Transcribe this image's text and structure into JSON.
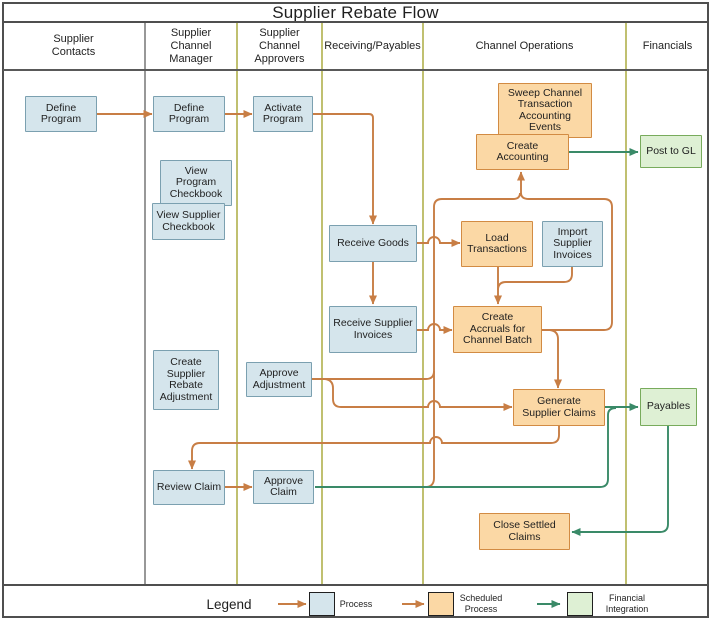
{
  "title": "Supplier Rebate Flow",
  "lanes": [
    {
      "label": "Supplier\nContacts"
    },
    {
      "label": "Supplier\nChannel\nManager"
    },
    {
      "label": "Supplier\nChannel\nApprovers"
    },
    {
      "label": "Receiving/Payables"
    },
    {
      "label": "Channel Operations"
    },
    {
      "label": "Financials"
    }
  ],
  "nodes": [
    {
      "id": "define-program-contacts",
      "type": "process",
      "label": "Define\nProgram"
    },
    {
      "id": "define-program-manager",
      "type": "process",
      "label": "Define\nProgram"
    },
    {
      "id": "activate-program",
      "type": "process",
      "label": "Activate\nProgram"
    },
    {
      "id": "view-program-checkbook",
      "type": "process",
      "label": "View\nProgram\nCheckbook"
    },
    {
      "id": "view-supplier-checkbook",
      "type": "process",
      "label": "View Supplier\nCheckbook"
    },
    {
      "id": "sweep-channel-transaction-accounting-events",
      "type": "scheduled",
      "label": "Sweep Channel\nTransaction\nAccounting\nEvents"
    },
    {
      "id": "create-accounting",
      "type": "scheduled",
      "label": "Create\nAccounting"
    },
    {
      "id": "post-to-gl",
      "type": "financial",
      "label": "Post to GL"
    },
    {
      "id": "receive-goods",
      "type": "process",
      "label": "Receive Goods"
    },
    {
      "id": "load-transactions",
      "type": "scheduled",
      "label": "Load\nTransactions"
    },
    {
      "id": "import-supplier-invoices",
      "type": "process",
      "label": "Import\nSupplier\nInvoices"
    },
    {
      "id": "receive-supplier-invoices",
      "type": "process",
      "label": "Receive Supplier\nInvoices"
    },
    {
      "id": "create-accruals-for-channel-batch",
      "type": "scheduled",
      "label": "Create\nAccruals for\nChannel Batch"
    },
    {
      "id": "generate-supplier-claims",
      "type": "scheduled",
      "label": "Generate\nSupplier Claims"
    },
    {
      "id": "payables",
      "type": "financial",
      "label": "Payables"
    },
    {
      "id": "create-supplier-rebate-adjustment",
      "type": "process",
      "label": "Create\nSupplier\nRebate\nAdjustment"
    },
    {
      "id": "approve-adjustment",
      "type": "process",
      "label": "Approve\nAdjustment"
    },
    {
      "id": "review-claim",
      "type": "process",
      "label": "Review Claim"
    },
    {
      "id": "approve-claim",
      "type": "process",
      "label": "Approve\nClaim"
    },
    {
      "id": "close-settled-claims",
      "type": "scheduled",
      "label": "Close Settled\nClaims"
    }
  ],
  "legend": {
    "title": "Legend",
    "items": [
      {
        "label": "Process",
        "type": "process"
      },
      {
        "label": "Scheduled\nProcess",
        "type": "scheduled"
      },
      {
        "label": "Financial\nIntegration",
        "type": "financial"
      }
    ]
  },
  "colors": {
    "process_fill": "#d5e5ec",
    "process_border": "#7ba0b0",
    "scheduled_fill": "#fbd8a5",
    "scheduled_border": "#d28b43",
    "financial_fill": "#def0d4",
    "financial_border": "#78ab5c",
    "orange_arrow": "#c87e45",
    "green_arrow": "#3a8a68",
    "lane_line": "#b1b14d",
    "lane_line_gray": "#7f7f7f",
    "frame": "#4f4f4f"
  }
}
